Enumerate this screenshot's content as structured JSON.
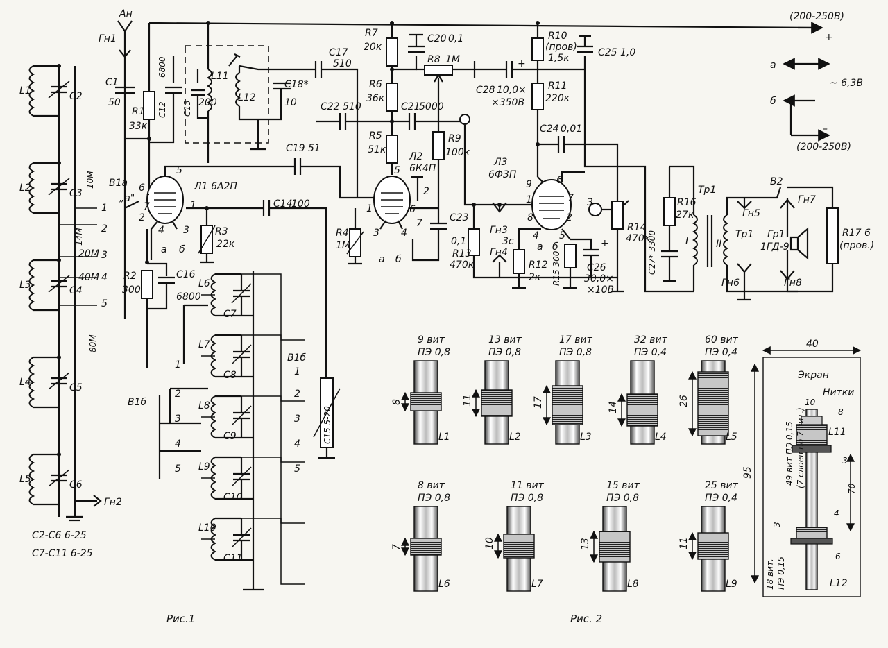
{
  "fig1": {
    "caption": "Рис.1",
    "antenna": "Ан",
    "sockets": {
      "gn1": "Гн1",
      "gn2": "Гн2"
    },
    "coils_in": [
      {
        "coil": "L1",
        "cap": "C2"
      },
      {
        "coil": "L2",
        "cap": "C3"
      },
      {
        "coil": "L3",
        "cap": "C4"
      },
      {
        "coil": "L4",
        "cap": "C5"
      },
      {
        "coil": "L5",
        "cap": "C6"
      }
    ],
    "bands": [
      "10М",
      "14М",
      "20М",
      "40М",
      "80М"
    ],
    "switch_a": "В1а",
    "switch_a_mark": "„а\"",
    "switch_pos": [
      "1",
      "2",
      "3",
      "4",
      "5"
    ],
    "trim_note1": "С2-С6  6-25",
    "trim_note2": "С7-С11  6-25",
    "c1": {
      "name": "С1",
      "value": "50"
    },
    "r1": {
      "name": "R1",
      "value": "33к"
    },
    "c12": {
      "name": "С12",
      "value": "6800"
    },
    "c13": {
      "name": "С13",
      "value": "200"
    },
    "l11": "L11",
    "l12": "L12",
    "c18": {
      "name": "С18*",
      "value": "10"
    },
    "c17": {
      "name": "С17",
      "value": "510"
    },
    "c19": {
      "name": "С19",
      "value": "51"
    },
    "tube1": {
      "name": "Л1",
      "type": "6А2П"
    },
    "tube1_pins": [
      "5",
      "6",
      "7",
      "2",
      "1",
      "4",
      "3"
    ],
    "fil_a": "а",
    "fil_b": "б",
    "r3": {
      "name": "R3",
      "value": "22к"
    },
    "c14": {
      "name": "С14",
      "value": "100"
    },
    "r2": {
      "name": "R2",
      "value": "300"
    },
    "c16": {
      "name": "С16",
      "value": "6800"
    },
    "coils_het": [
      {
        "coil": "L6",
        "cap": "C7"
      },
      {
        "coil": "L7",
        "cap": "C8"
      },
      {
        "coil": "L8",
        "cap": "C9"
      },
      {
        "coil": "L9",
        "cap": "C10"
      },
      {
        "coil": "L10",
        "cap": "C11"
      }
    ],
    "switch_b": "В1б",
    "switch_c": "В1б",
    "c15": {
      "name": "С15",
      "value": "5-20"
    },
    "c22": {
      "name": "С22",
      "value": "510"
    },
    "r7": {
      "name": "R7",
      "value": "20к"
    },
    "c20": {
      "name": "С20",
      "value": "0,1"
    },
    "r8": {
      "name": "R8",
      "value": "1М"
    },
    "r6": {
      "name": "R6",
      "value": "36к"
    },
    "c21": {
      "name": "С21",
      "value": "5000"
    },
    "r5": {
      "name": "R5",
      "value": "51к"
    },
    "r9": {
      "name": "R9",
      "value": "100к"
    },
    "tube2": {
      "name": "Л2",
      "type": "6К4П"
    },
    "tube2_pins": [
      "5",
      "2",
      "1",
      "6",
      "7",
      "3",
      "4"
    ],
    "r4": {
      "name": "R4",
      "value": "1М"
    },
    "c23": {
      "name": "С23",
      "value": "0,1"
    },
    "r10": {
      "name": "R10",
      "value": "(пров)",
      "value2": "1,5к"
    },
    "c25": {
      "name": "С25",
      "value": "1,0"
    },
    "r11": {
      "name": "R11",
      "value": "220к"
    },
    "c28": {
      "name": "С28",
      "value": "10,0×",
      "value2": "×350В"
    },
    "c24": {
      "name": "С24",
      "value": "0,01"
    },
    "tube3": {
      "name": "Л3",
      "type": "6Ф3П"
    },
    "tube3_pins": [
      "9",
      "6",
      "1",
      "7",
      "3",
      "8",
      "2",
      "4",
      "5"
    ],
    "r13": {
      "name": "R13",
      "value": "470к"
    },
    "gn34": {
      "a": "Гн3",
      "b": "3с",
      "c": "Гн4"
    },
    "r12": {
      "name": "R12",
      "value": "2к"
    },
    "r15": {
      "name": "R15",
      "value": "300"
    },
    "c26": {
      "name": "С26",
      "value": "30,0×",
      "value2": "×10В"
    },
    "r14": {
      "name": "R14",
      "value": "470к"
    },
    "c27": {
      "name": "С27*",
      "value": "3300"
    },
    "r16": {
      "name": "R16",
      "value": "27к"
    },
    "tr1": {
      "name": "Тр1",
      "w1": "I",
      "w2": "II"
    },
    "v2": "В2",
    "gn5": "Гн5",
    "tr1b": "Тр1",
    "gn6": "Гн6",
    "gn7": "Гн7",
    "gn8": "Гн8",
    "gr1": {
      "name": "Гр1",
      "type": "1ГД-9"
    },
    "r17": {
      "name": "R17",
      "value": "6",
      "value2": "(пров.)"
    },
    "supply_top": "(200-250В)",
    "supply_bot": "(200-250В)",
    "plus": "+",
    "minus": "–",
    "heater_a": "а",
    "heater_b": "б",
    "heater_v": "~ 6,3В"
  },
  "fig2": {
    "caption": "Рис. 2",
    "row1": [
      {
        "coil": "L1",
        "turns": "9 вит",
        "wire": "ПЭ 0,8",
        "len": "8"
      },
      {
        "coil": "L2",
        "turns": "13 вит",
        "wire": "ПЭ 0,8",
        "len": "11"
      },
      {
        "coil": "L3",
        "turns": "17 вит",
        "wire": "ПЭ 0,8",
        "len": "17"
      },
      {
        "coil": "L4",
        "turns": "32 вит",
        "wire": "ПЭ 0,4",
        "len": "14"
      },
      {
        "coil": "L5",
        "turns": "60 вит",
        "wire": "ПЭ 0,4",
        "len": "26"
      }
    ],
    "row2": [
      {
        "coil": "L6",
        "turns": "8 вит",
        "wire": "ПЭ 0,8",
        "len": "7"
      },
      {
        "coil": "L7",
        "turns": "11 вит",
        "wire": "ПЭ 0,8",
        "len": "10"
      },
      {
        "coil": "L8",
        "turns": "15 вит",
        "wire": "ПЭ 0,8",
        "len": "13"
      },
      {
        "coil": "L9",
        "turns": "25 вит",
        "wire": "ПЭ 0,4",
        "len": "11"
      }
    ],
    "assembly": {
      "width": "40",
      "height": "95",
      "screen": "Экран",
      "threads": "Нитки",
      "d10": "10",
      "d8": "8",
      "l11": "L11",
      "l12": "L12",
      "winding1": "49 вит  ПЭ 0,15",
      "winding1b": "(7 слоев по 7 вит.)",
      "d3a": "3",
      "d70": "70",
      "d3b": "3",
      "d4": "4",
      "d6": "6",
      "winding2": "18 вит.",
      "winding2b": "ПЭ 0,15"
    }
  }
}
